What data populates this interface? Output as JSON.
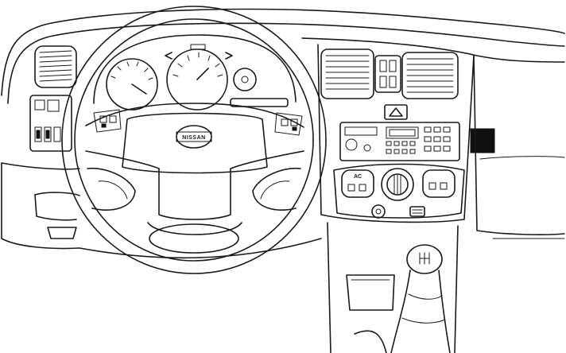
{
  "drawing": {
    "style": "black line art on white",
    "colors": {
      "line": "#1a1a1a",
      "background": "#ffffff",
      "solid": "#111111"
    }
  },
  "steering_wheel": {
    "hub_logo_text": "NISSAN"
  },
  "center_console": {
    "climate_ac_label": "AC"
  },
  "icons": {
    "hazard": "hazard-triangle-icon",
    "gear_knob": "gear-knob-icon",
    "fan_knob": "fan-dial-icon",
    "left_arrow": "turn-left-arrow-icon",
    "right_arrow": "turn-right-arrow-icon"
  }
}
